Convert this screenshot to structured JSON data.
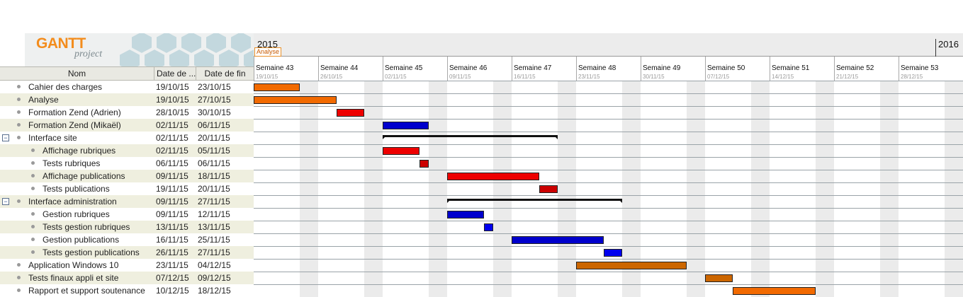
{
  "logo": {
    "brand": "GANTT",
    "sub": "project"
  },
  "columns": {
    "name": "Nom",
    "start": "Date de ...",
    "end": "Date de fin"
  },
  "timeline": {
    "years": [
      "2015",
      "2016"
    ],
    "milestone": "Analyse",
    "weeks": [
      {
        "label": "Semaine 43",
        "date": "19/10/15"
      },
      {
        "label": "Semaine 44",
        "date": "26/10/15"
      },
      {
        "label": "Semaine 45",
        "date": "02/11/15"
      },
      {
        "label": "Semaine 46",
        "date": "09/11/15"
      },
      {
        "label": "Semaine 47",
        "date": "16/11/15"
      },
      {
        "label": "Semaine 48",
        "date": "23/11/15"
      },
      {
        "label": "Semaine 49",
        "date": "30/11/15"
      },
      {
        "label": "Semaine 50",
        "date": "07/12/15"
      },
      {
        "label": "Semaine 51",
        "date": "14/12/15"
      },
      {
        "label": "Semaine 52",
        "date": "21/12/15"
      },
      {
        "label": "Semaine 53",
        "date": "28/12/15"
      }
    ]
  },
  "tasks": [
    {
      "name": "Cahier des charges",
      "start": "19/10/15",
      "end": "23/10/15",
      "level": 0,
      "color": "#f26a00"
    },
    {
      "name": "Analyse",
      "start": "19/10/15",
      "end": "27/10/15",
      "level": 0,
      "color": "#f26a00"
    },
    {
      "name": "Formation Zend (Adrien)",
      "start": "28/10/15",
      "end": "30/10/15",
      "level": 0,
      "color": "#ee0000"
    },
    {
      "name": "Formation Zend (Mikaël)",
      "start": "02/11/15",
      "end": "06/11/15",
      "level": 0,
      "color": "#0000cc"
    },
    {
      "name": "Interface site",
      "start": "02/11/15",
      "end": "20/11/15",
      "level": 0,
      "group": true
    },
    {
      "name": "Affichage rubriques",
      "start": "02/11/15",
      "end": "05/11/15",
      "level": 1,
      "color": "#ee0000"
    },
    {
      "name": "Tests rubriques",
      "start": "06/11/15",
      "end": "06/11/15",
      "level": 1,
      "color": "#cc0000"
    },
    {
      "name": "Affichage publications",
      "start": "09/11/15",
      "end": "18/11/15",
      "level": 1,
      "color": "#ee0000"
    },
    {
      "name": "Tests publications",
      "start": "19/11/15",
      "end": "20/11/15",
      "level": 1,
      "color": "#cc0000"
    },
    {
      "name": "Interface administration",
      "start": "09/11/15",
      "end": "27/11/15",
      "level": 0,
      "group": true
    },
    {
      "name": "Gestion rubriques",
      "start": "09/11/15",
      "end": "12/11/15",
      "level": 1,
      "color": "#0000cc"
    },
    {
      "name": "Tests gestion rubriques",
      "start": "13/11/15",
      "end": "13/11/15",
      "level": 1,
      "color": "#0000ee"
    },
    {
      "name": "Gestion publications",
      "start": "16/11/15",
      "end": "25/11/15",
      "level": 1,
      "color": "#0000cc"
    },
    {
      "name": "Tests gestion publications",
      "start": "26/11/15",
      "end": "27/11/15",
      "level": 1,
      "color": "#0000ee"
    },
    {
      "name": "Application Windows 10",
      "start": "23/11/15",
      "end": "04/12/15",
      "level": 0,
      "color": "#cc6600"
    },
    {
      "name": "Tests finaux appli et site",
      "start": "07/12/15",
      "end": "09/12/15",
      "level": 0,
      "color": "#cc6600"
    },
    {
      "name": "Rapport et support soutenance",
      "start": "10/12/15",
      "end": "18/12/15",
      "level": 0,
      "color": "#f26a00"
    }
  ]
}
